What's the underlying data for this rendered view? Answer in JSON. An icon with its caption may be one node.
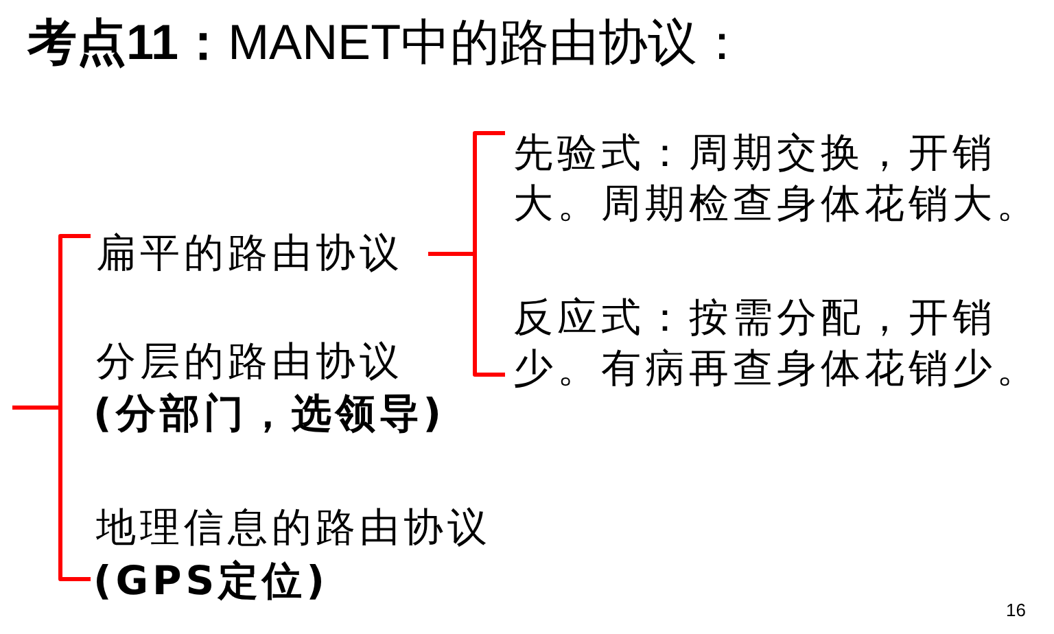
{
  "diagram": {
    "title": "**考点11：**MANET中的路由协议：",
    "labels": [
      "扁平的路由协议",
      "先验式：周期交换，开销大。周期检查身体花销大。",
      "反应式：按需分配，开销少。有病再查身体花销少。",
      "分层的路由协议",
      "(分部门，选领导)",
      "地理信息的路由协议",
      "(GPS定位)",
      "16"
    ]
  }
}
